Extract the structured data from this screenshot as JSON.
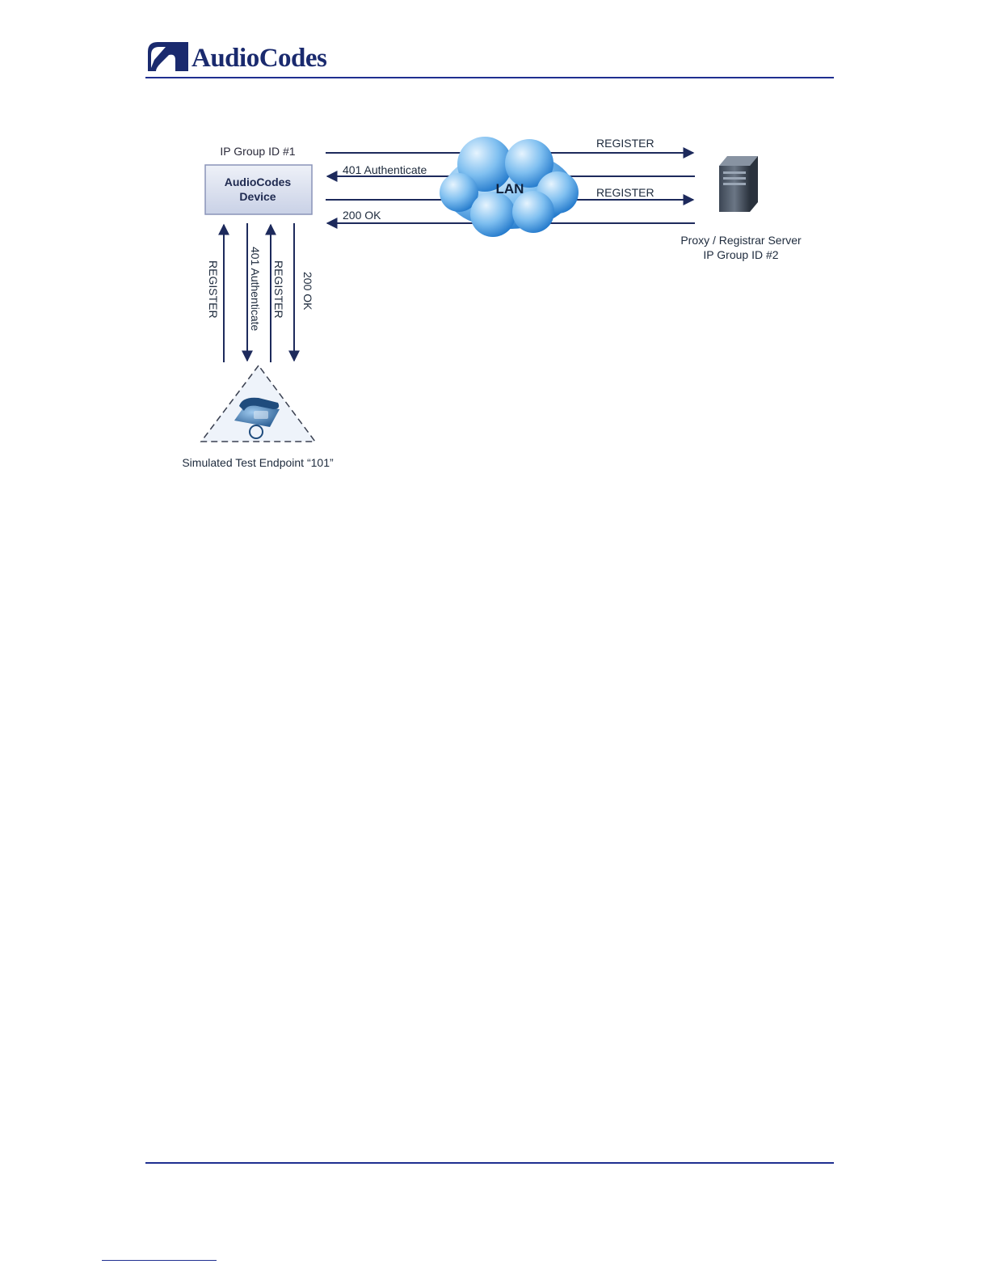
{
  "header": {
    "logo_text": "AudioCodes"
  },
  "diagram": {
    "device": {
      "group_label": "IP Group ID #1",
      "name_line1": "AudioCodes",
      "name_line2": "Device"
    },
    "lan_label": "LAN",
    "server": {
      "label_line1": "Proxy / Registrar Server",
      "label_line2": "IP Group ID #2"
    },
    "horizontal_messages": {
      "register_1": "REGISTER",
      "authenticate": "401 Authenticate",
      "register_2": "REGISTER",
      "ok": "200 OK"
    },
    "vertical_messages": {
      "register_1": "REGISTER",
      "authenticate": "401 Authenticate",
      "register_2": "REGISTER",
      "ok": "200 OK"
    },
    "endpoint_label": "Simulated Test Endpoint “101”"
  },
  "colors": {
    "rule": "#1f2f90",
    "arrow": "#1d2a5c",
    "device_fill": "#d6dcec",
    "cloud_light": "#bfe2fb",
    "cloud_dark": "#1a7ad0"
  }
}
